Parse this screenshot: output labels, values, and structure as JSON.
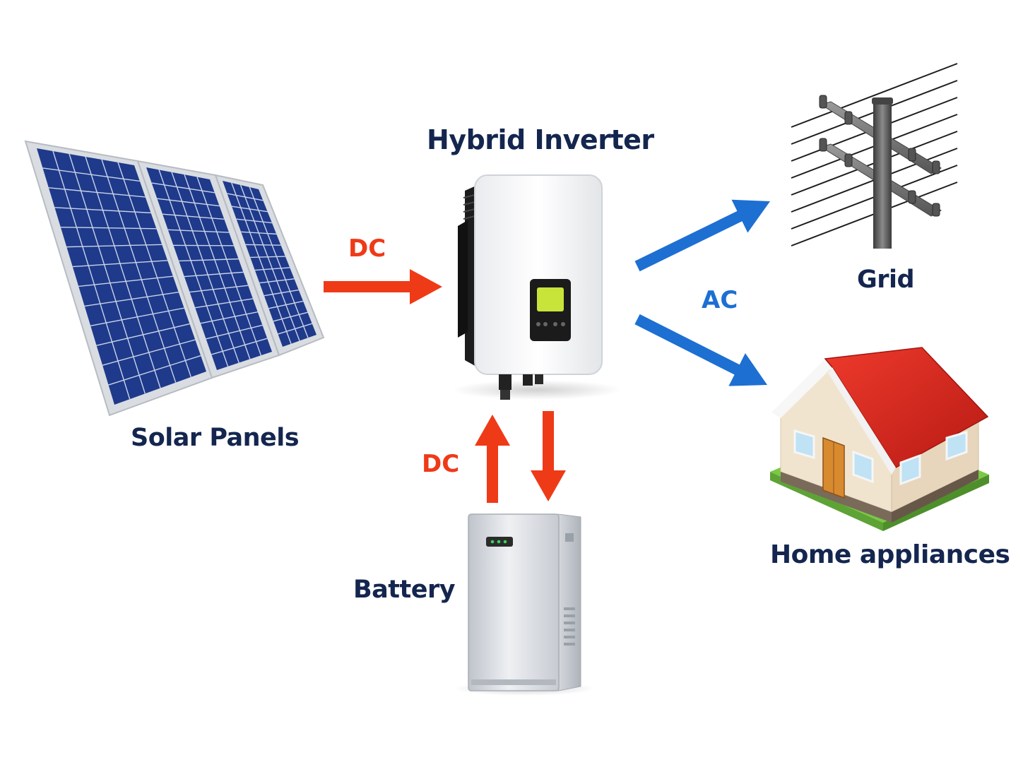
{
  "labels": {
    "inverter": "Hybrid Inverter",
    "solar": "Solar Panels",
    "grid": "Grid",
    "home": "Home appliances",
    "battery": "Battery"
  },
  "flows": {
    "solar_to_inverter": "DC",
    "battery_inverter": "DC",
    "inverter_outputs": "AC"
  },
  "colors": {
    "label_text": "#14264f",
    "dc_arrow": "#ef3a17",
    "ac_arrow": "#1d6fd2",
    "panel_cell": "#1f3a8a"
  },
  "icons": {
    "solar": "solar-panel-icon",
    "inverter": "hybrid-inverter-icon",
    "battery": "battery-icon",
    "grid": "utility-pole-icon",
    "home": "house-icon"
  }
}
